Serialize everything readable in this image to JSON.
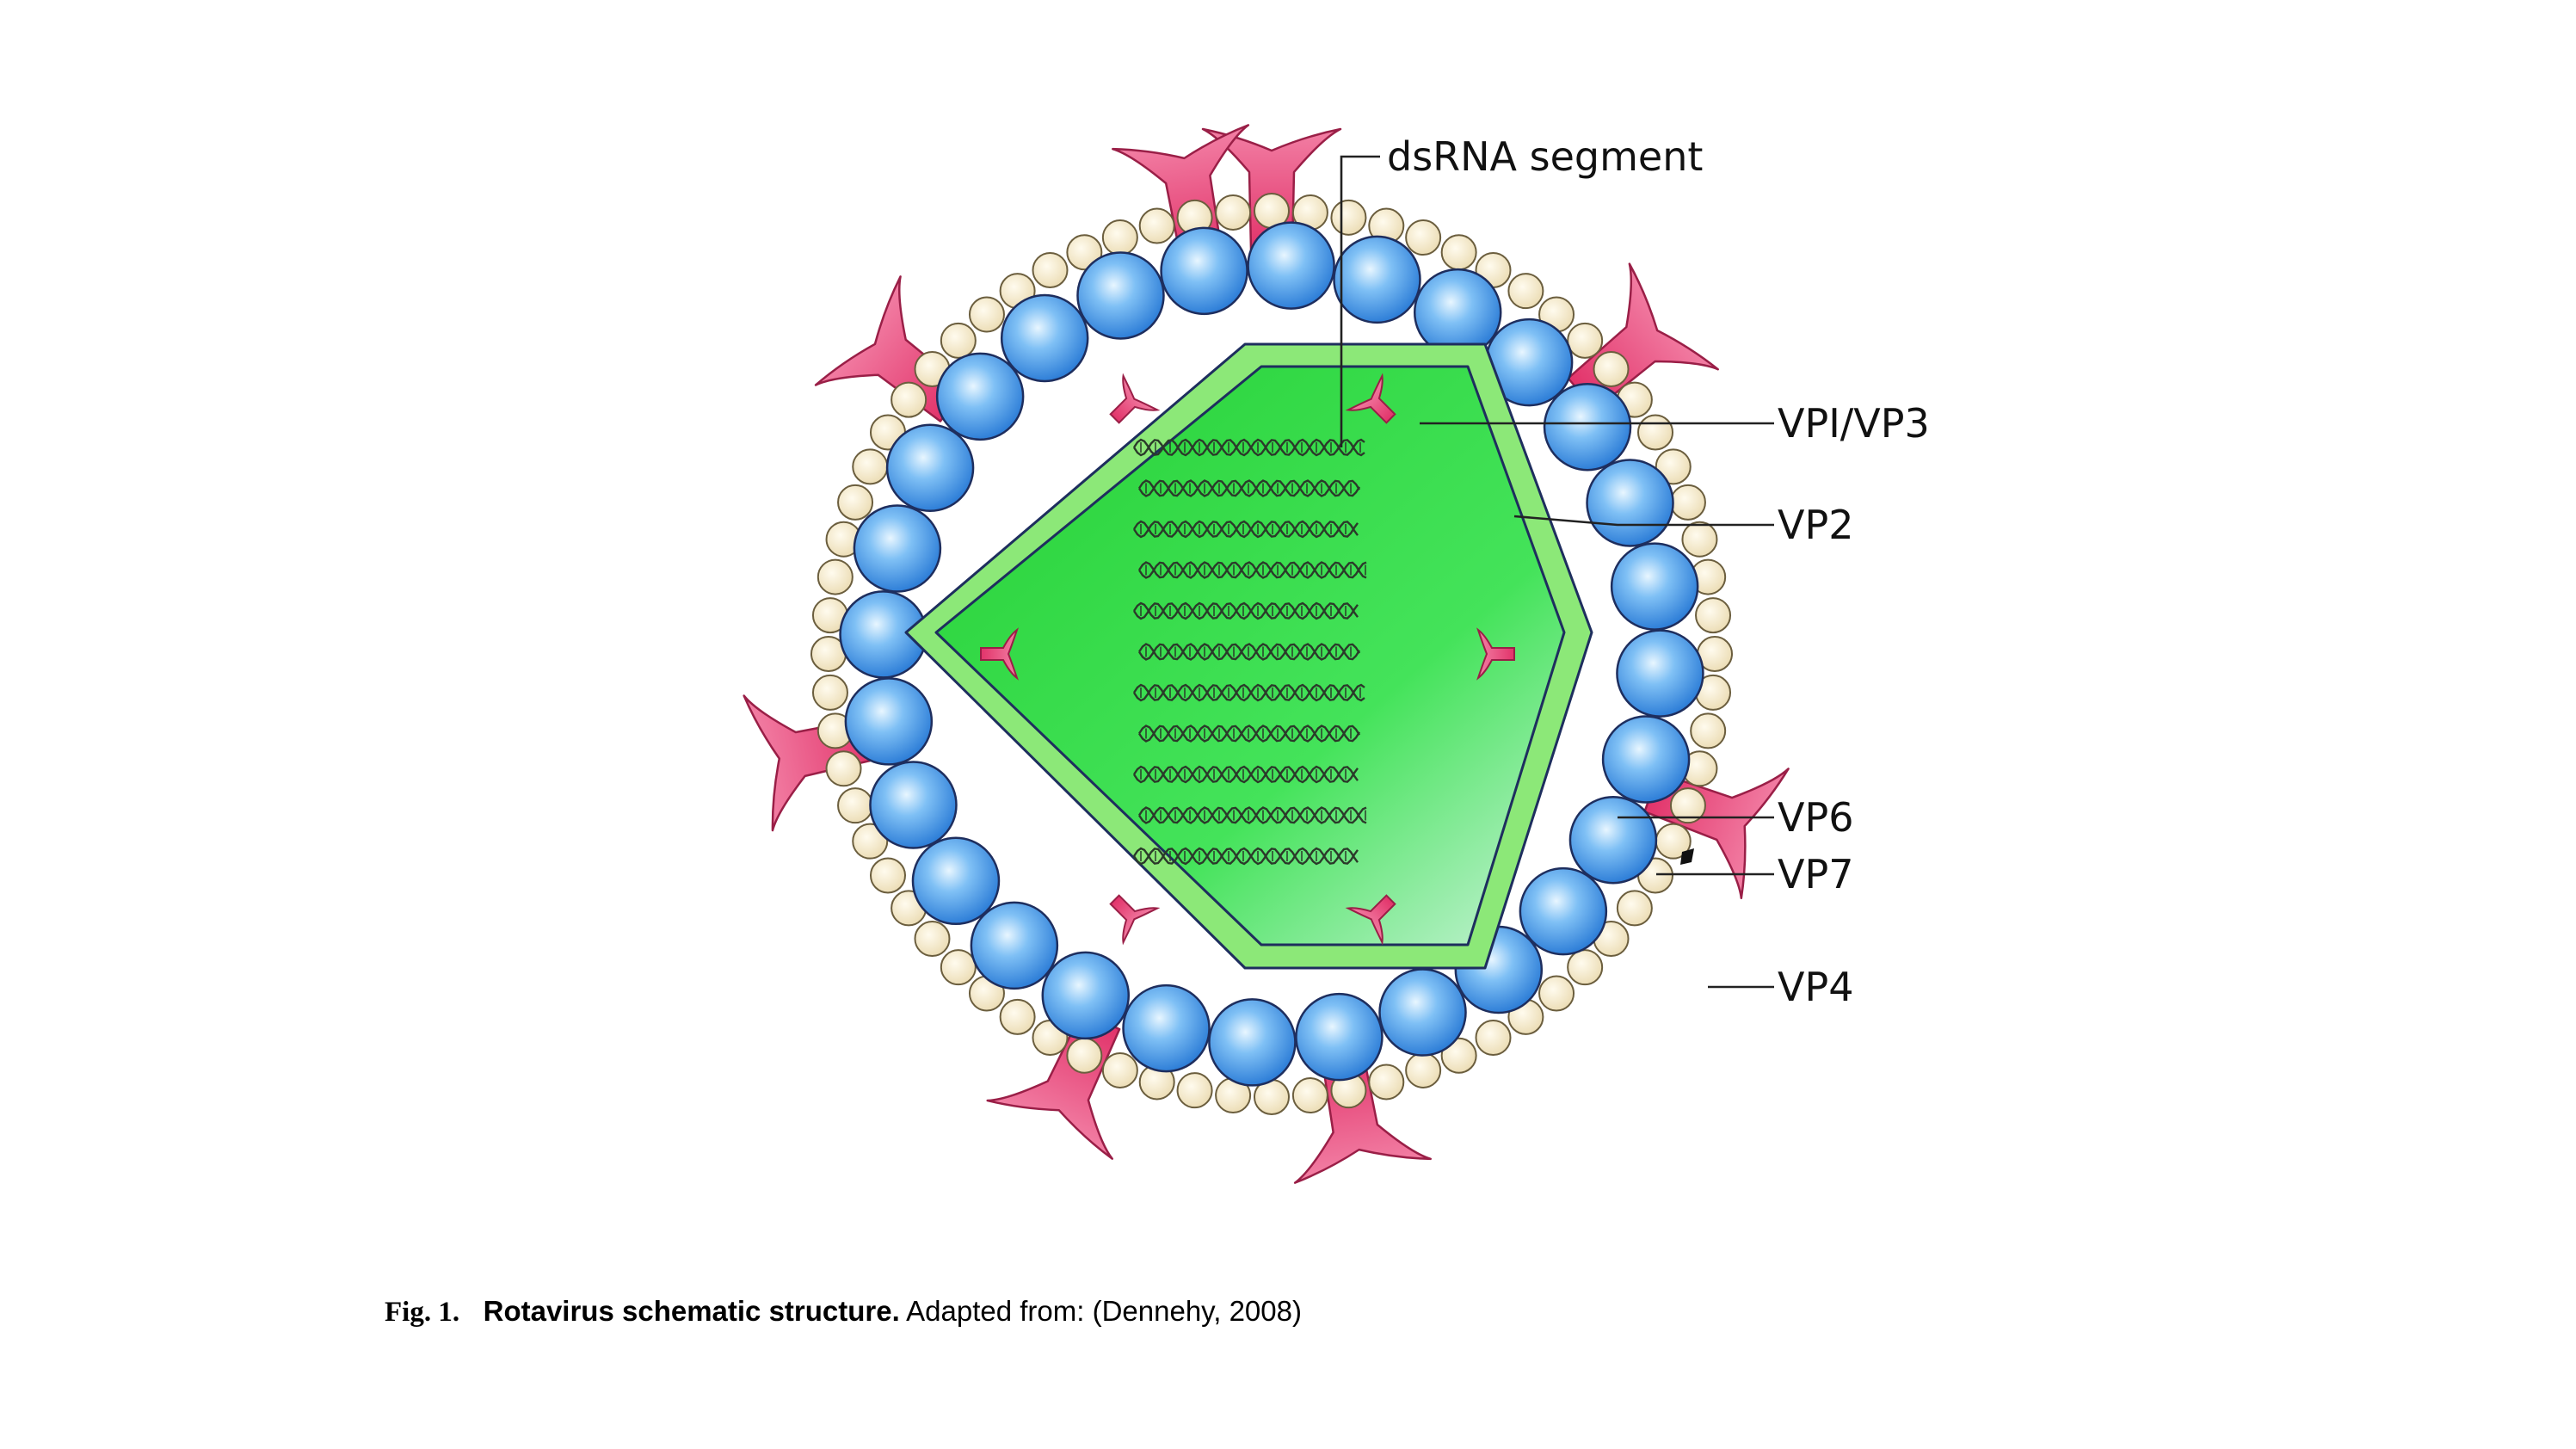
{
  "labels": {
    "dsrna": "dsRNA segment",
    "vp1vp3": "VPI/VP3",
    "vp2": "VP2",
    "vp6": "VP6",
    "vp7": "VP7",
    "vp4": "VP4"
  },
  "caption": {
    "fig": "Fig. 1.",
    "title": "Rotavirus schematic structure.",
    "source": "Adapted from: (Dennehy, 2008)"
  },
  "colors": {
    "core_green": "#36e04a",
    "core_rim": "#8ce878",
    "vp6_blue": "#3f95e6",
    "vp7_cream": "#f3e6c4",
    "vp4_pink": "#e83f76",
    "outline": "#1e2e5e"
  }
}
